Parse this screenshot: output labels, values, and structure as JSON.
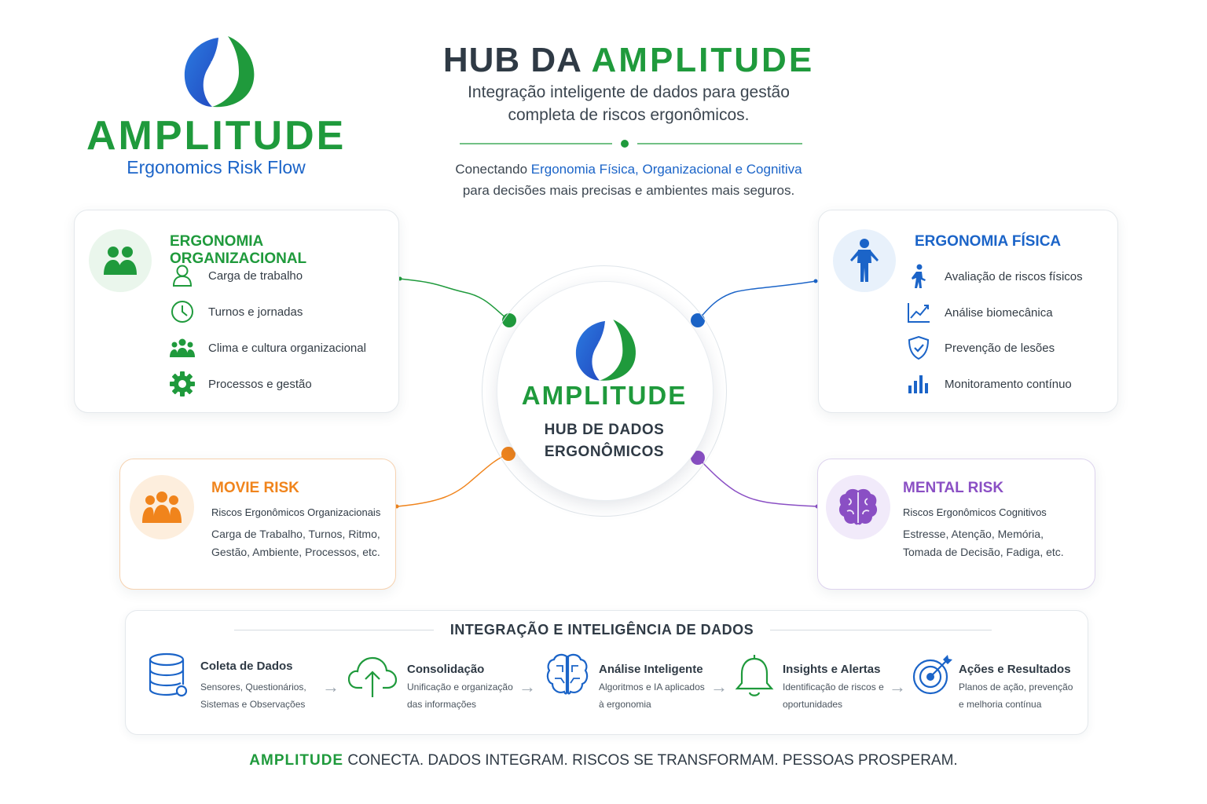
{
  "logo": {
    "brand": "AMPLITUDE",
    "tagline": "Ergonomics Risk Flow"
  },
  "header": {
    "title_prefix": "HUB DA",
    "title_brand": "AMPLITUDE",
    "subtitle_line1": "Integração inteligente de dados para gestão",
    "subtitle_line2": "completa de riscos ergonômicos.",
    "connect_prefix": "Conectando ",
    "connect_highlight": "Ergonomia Física, Organizacional e Cognitiva",
    "connect_line2": "para decisões mais precisas e ambientes mais seguros."
  },
  "organizacional": {
    "title": "ERGONOMIA ORGANIZACIONAL",
    "icon": "group-icon",
    "items": [
      {
        "label": "Carga de trabalho",
        "icon": "person-icon"
      },
      {
        "label": "Turnos e jornadas",
        "icon": "clock-icon"
      },
      {
        "label": "Clima e cultura organizacional",
        "icon": "team-icon"
      },
      {
        "label": "Processos e gestão",
        "icon": "gear-icon"
      }
    ]
  },
  "fisica": {
    "title": "ERGONOMIA FÍSICA",
    "icon": "body-icon",
    "items": [
      {
        "label": "Avaliação de riscos físicos",
        "icon": "walking-icon"
      },
      {
        "label": "Análise biomecânica",
        "icon": "trend-chart-icon"
      },
      {
        "label": "Prevenção de lesões",
        "icon": "shield-icon"
      },
      {
        "label": "Monitoramento contínuo",
        "icon": "bar-chart-icon"
      }
    ]
  },
  "movie_risk": {
    "title": "MOVIE RISK",
    "subtitle": "Riscos Ergonômicos Organizacionais",
    "desc_line1": "Carga de Trabalho, Turnos, Ritmo,",
    "desc_line2": "Gestão, Ambiente, Processos, etc."
  },
  "mental_risk": {
    "title": "MENTAL RISK",
    "subtitle": "Riscos Ergonômicos Cognitivos",
    "desc_line1": "Estresse, Atenção, Memória,",
    "desc_line2": "Tomada de Decisão, Fadiga, etc."
  },
  "hub": {
    "brand": "AMPLITUDE",
    "label_line1": "HUB DE DADOS",
    "label_line2": "ERGONÔMICOS"
  },
  "integration": {
    "title": "INTEGRAÇÃO E INTELIGÊNCIA DE DADOS",
    "steps": [
      {
        "title": "Coleta de Dados",
        "desc1": "Sensores, Questionários,",
        "desc2": "Sistemas e Observações",
        "icon": "database-icon"
      },
      {
        "title": "Consolidação",
        "desc1": "Unificação e organização",
        "desc2": "das informações",
        "icon": "cloud-upload-icon"
      },
      {
        "title": "Análise Inteligente",
        "desc1": "Algoritmos e IA aplicados",
        "desc2": "à ergonomia",
        "icon": "brain-circuit-icon"
      },
      {
        "title": "Insights e Alertas",
        "desc1": "Identificação de riscos e",
        "desc2": "oportunidades",
        "icon": "bell-icon"
      },
      {
        "title": "Ações e Resultados",
        "desc1": "Planos de ação, prevenção",
        "desc2": "e melhoria contínua",
        "icon": "target-icon"
      }
    ]
  },
  "footer": {
    "brand": "AMPLITUDE",
    "text": " CONECTA. DADOS INTEGRAM. RISCOS SE TRANSFORMAM. PESSOAS PROSPERAM."
  },
  "colors": {
    "green": "#1f9a3c",
    "blue": "#1b64c8",
    "orange": "#f0841c",
    "purple": "#8a4fc4",
    "text": "#2f3a45"
  }
}
